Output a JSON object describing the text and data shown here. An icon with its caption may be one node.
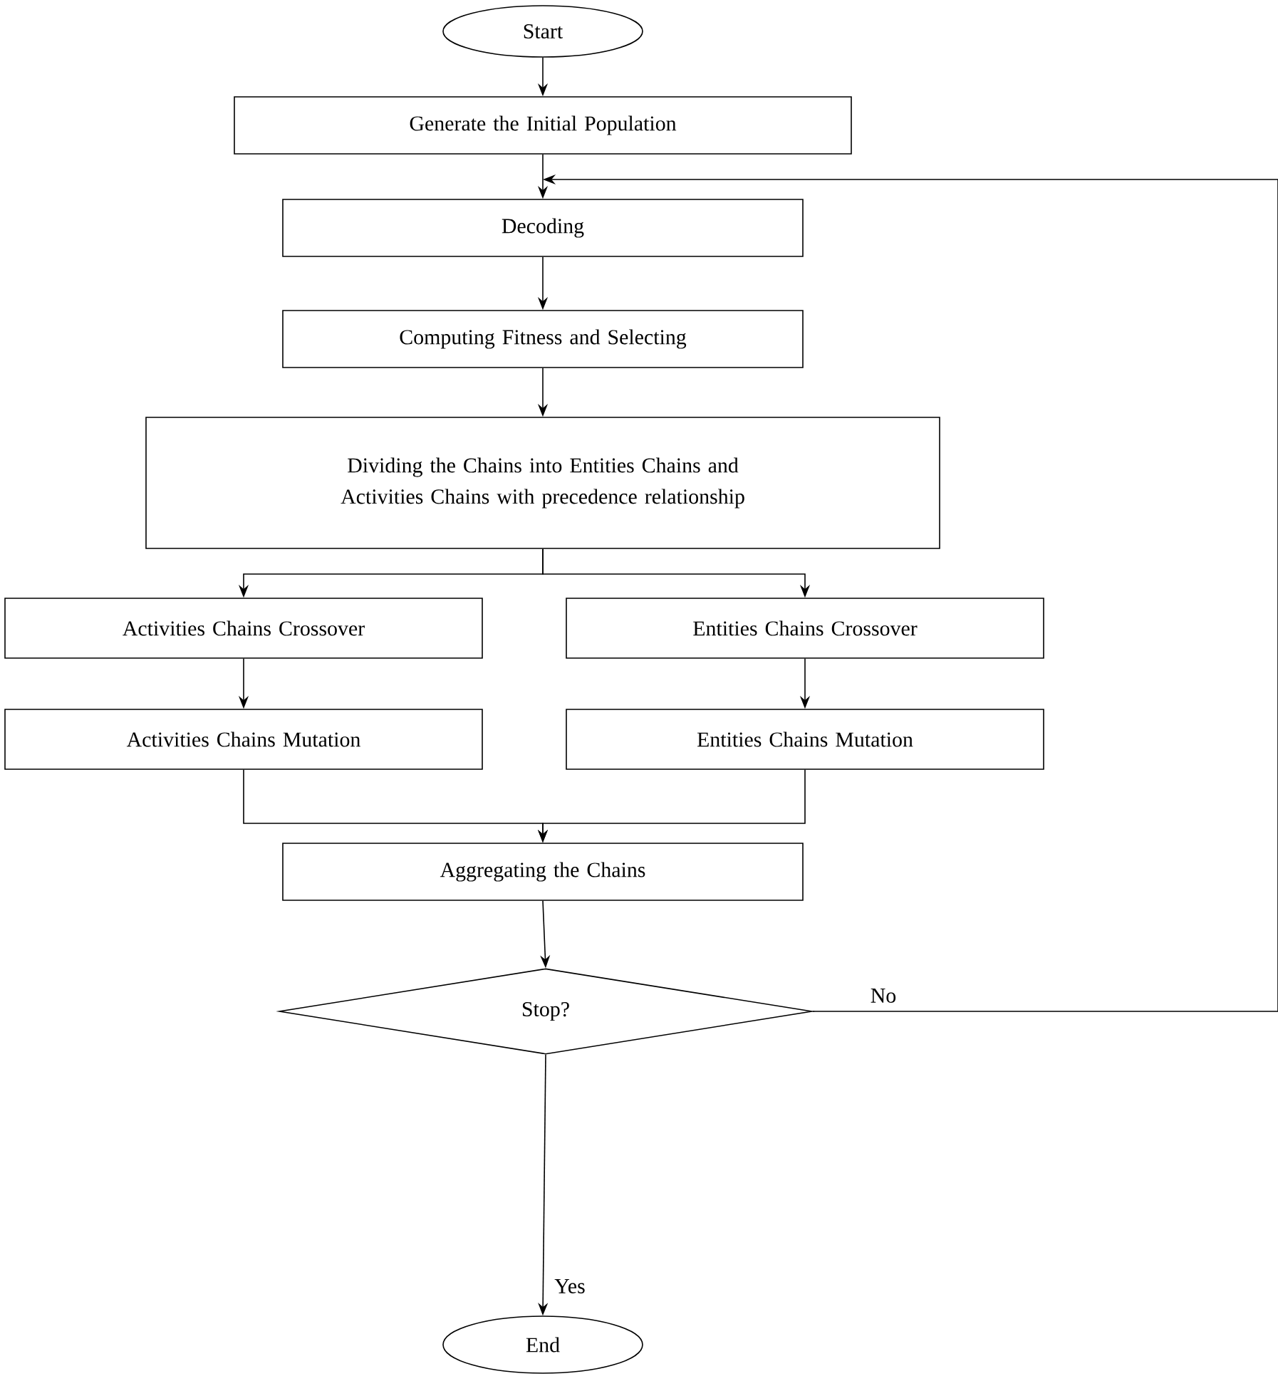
{
  "diagram": {
    "nodes": [
      {
        "text": [
          "Start"
        ]
      },
      {
        "text": [
          "Generate the Initial Population"
        ]
      },
      {
        "text": [
          "Decoding"
        ]
      },
      {
        "text": [
          "Computing Fitness and Selecting"
        ]
      },
      {
        "text": [
          "Dividing the Chains into Entities Chains and Activities Chains with precedence relationship"
        ]
      },
      {
        "text": [
          "Activities Chains Crossover"
        ]
      },
      {
        "text": [
          "Entities Chains Crossover"
        ]
      },
      {
        "text": [
          "Activities Chains Mutation"
        ]
      },
      {
        "text": [
          "Entities Chains Mutation"
        ]
      },
      {
        "text": [
          "Aggregating the Chains"
        ]
      },
      {
        "text": [
          "Stop?"
        ]
      },
      {
        "text": [
          "End"
        ]
      }
    ],
    "edges": [
      {
        "from": 0,
        "to": 1,
        "arrow": "to"
      },
      {
        "from": 1,
        "to": 2,
        "arrow": "to"
      },
      {
        "from": 2,
        "to": 3,
        "arrow": "to"
      },
      {
        "from": 3,
        "to": 4,
        "arrow": "to"
      },
      {
        "from": 4,
        "to": 5,
        "arrow": "to"
      },
      {
        "from": 4,
        "to": 6,
        "arrow": "to"
      },
      {
        "from": 5,
        "to": 7,
        "arrow": "to"
      },
      {
        "from": 6,
        "to": 8,
        "arrow": "to"
      },
      {
        "from": 7,
        "to": 9,
        "arrow": "to"
      },
      {
        "from": 8,
        "to": 9,
        "arrow": "to"
      },
      {
        "from": 9,
        "to": 10,
        "arrow": "to"
      },
      {
        "from": 10,
        "to": 11,
        "arrow": "to",
        "label": "Yes"
      },
      {
        "from": 10,
        "to": 2,
        "arrow": "to",
        "label": "No"
      }
    ]
  }
}
